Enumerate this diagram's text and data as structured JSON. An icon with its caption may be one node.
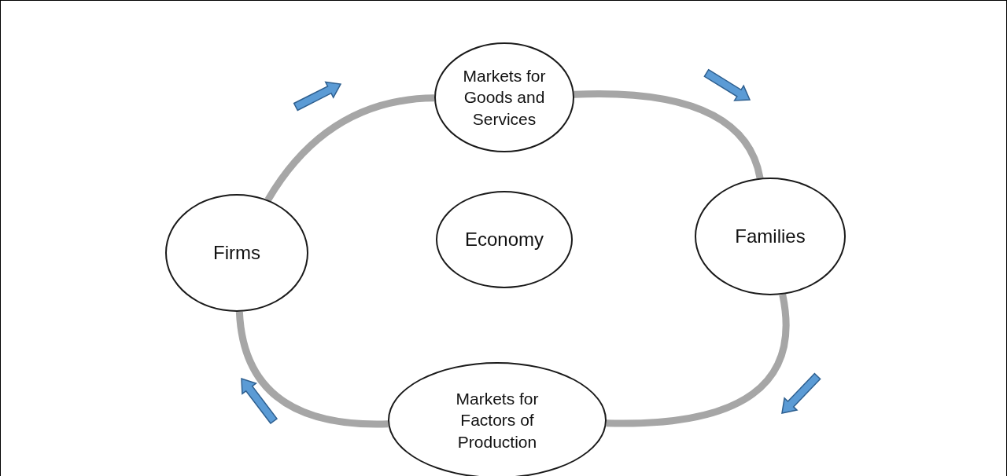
{
  "diagram": {
    "nodes": [
      {
        "text": [
          "Markets for Goods and Services"
        ]
      },
      {
        "text": [
          "Firms"
        ]
      },
      {
        "text": [
          "Economy"
        ]
      },
      {
        "text": [
          "Families"
        ]
      },
      {
        "text": [
          "Markets for Factors of Production"
        ]
      }
    ],
    "edges": [
      {
        "from": 1,
        "to": 0,
        "arrow": "none"
      },
      {
        "from": 0,
        "to": 3,
        "arrow": "none"
      },
      {
        "from": 3,
        "to": 4,
        "arrow": "none"
      },
      {
        "from": 4,
        "to": 1,
        "arrow": "none"
      }
    ]
  }
}
